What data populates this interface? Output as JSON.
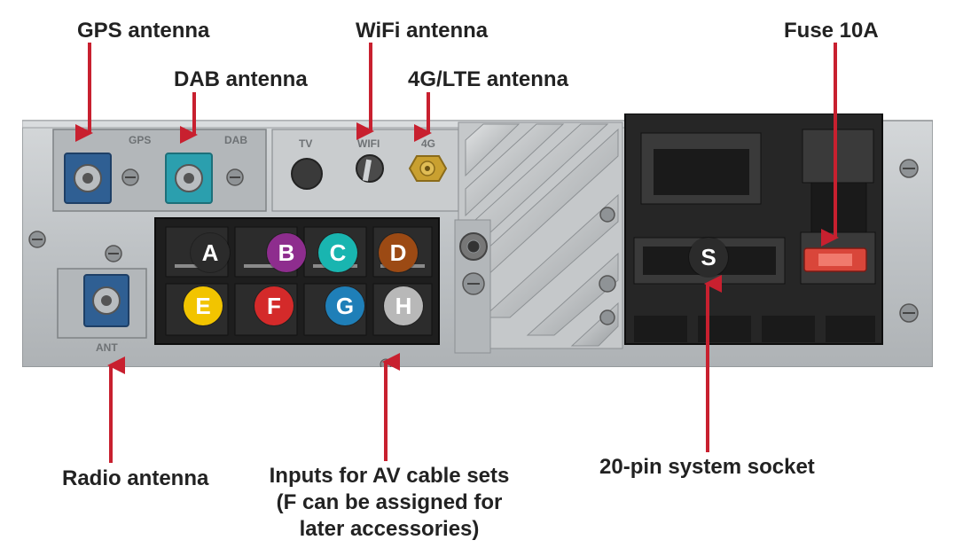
{
  "labels": {
    "gps": "GPS antenna",
    "dab": "DAB antenna",
    "wifi": "WiFi antenna",
    "lte": "4G/LTE antenna",
    "fuse": "Fuse 10A",
    "radio": "Radio antenna",
    "av_inputs": [
      "Inputs for AV cable sets",
      "(F can be assigned for",
      "later accessories)"
    ],
    "system_socket": "20-pin system socket"
  },
  "unit_markings": {
    "gps": "GPS",
    "dab": "DAB",
    "tv": "TV",
    "wifi": "WIFI",
    "lte": "4G",
    "ant": "ANT"
  },
  "badges": [
    {
      "letter": "A",
      "color": "#2b2b2b"
    },
    {
      "letter": "B",
      "color": "#8e2d8e"
    },
    {
      "letter": "C",
      "color": "#19b5b0"
    },
    {
      "letter": "D",
      "color": "#9c4a14"
    },
    {
      "letter": "E",
      "color": "#f2c400"
    },
    {
      "letter": "F",
      "color": "#d42a2a"
    },
    {
      "letter": "G",
      "color": "#1f7fb8"
    },
    {
      "letter": "H",
      "color": "#b8b8b8"
    },
    {
      "letter": "S",
      "color": "#2b2b2b"
    }
  ],
  "colors": {
    "arrow": "#c8202f",
    "housing": "#bfc3c6",
    "connector_blue": "#2f5f93",
    "connector_teal": "#2b9fae",
    "sma_gold": "#c9a030",
    "fuse_red": "#d9463a"
  }
}
